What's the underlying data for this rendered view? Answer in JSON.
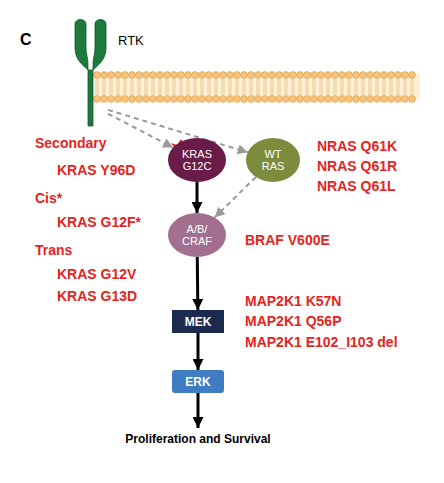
{
  "diagram": {
    "nodes": [
      {
        "text": [
          "RTK"
        ]
      },
      {
        "text": [
          "KRAS G12C"
        ]
      },
      {
        "text": [
          "WT RAS"
        ]
      },
      {
        "text": [
          "A/B/ CRAF"
        ]
      },
      {
        "text": [
          "MEK"
        ]
      },
      {
        "text": [
          "ERK"
        ]
      }
    ],
    "edges": [
      {
        "from": 0,
        "to": 1,
        "arrow": "to"
      },
      {
        "from": 0,
        "to": 2,
        "arrow": "to"
      },
      {
        "from": 1,
        "to": 3,
        "arrow": "to"
      },
      {
        "from": 2,
        "to": 3,
        "arrow": "to"
      },
      {
        "from": 3,
        "to": 4,
        "arrow": "to"
      },
      {
        "from": 4,
        "to": 5,
        "arrow": "to"
      }
    ],
    "labels": [
      "C",
      "Secondary",
      "KRAS Y96D",
      "Cis*",
      "KRAS G12F*",
      "Trans",
      "KRAS G12V",
      "KRAS G13D",
      "NRAS Q61K",
      "NRAS Q61R",
      "NRAS Q61L",
      "BRAF V600E",
      "MAP2K1 K57N",
      "MAP2K1 Q56P",
      "MAP2K1 E102_I103 del",
      "Proliferation and Survival"
    ]
  }
}
